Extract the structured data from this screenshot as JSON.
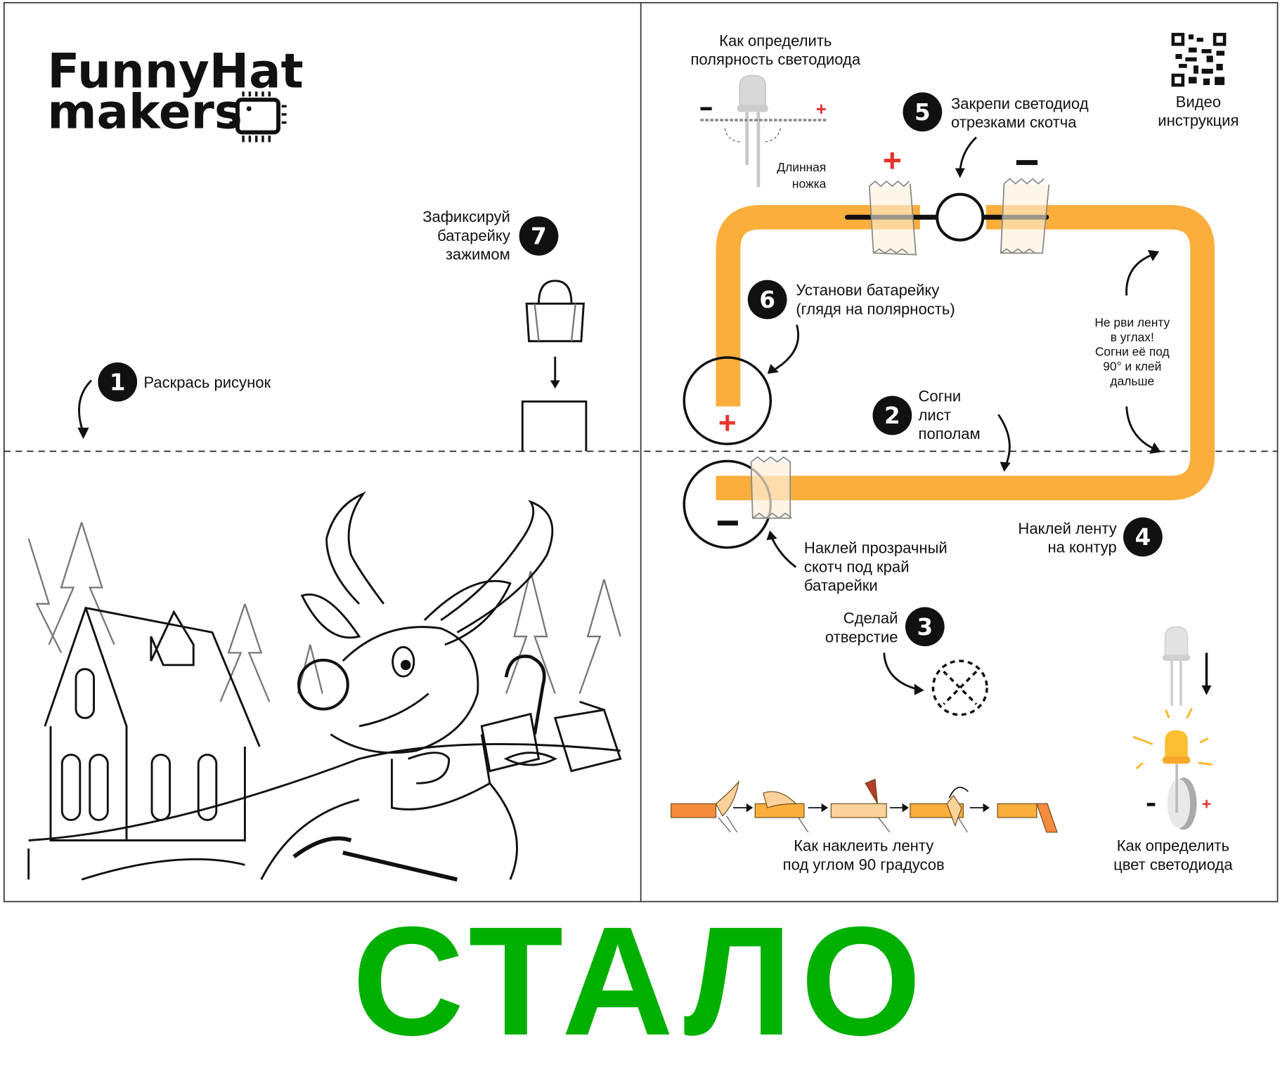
{
  "logo": {
    "line1": "FunnyHat",
    "line2": "makers"
  },
  "steps": [
    {
      "num": "1",
      "lines": [
        "Раскрась рисунок"
      ]
    },
    {
      "num": "2",
      "lines": [
        "Согни",
        "лист",
        "пополам"
      ]
    },
    {
      "num": "3",
      "lines": [
        "Сделай",
        "отверстие"
      ]
    },
    {
      "num": "4",
      "lines": [
        "Наклей ленту",
        "на контур"
      ]
    },
    {
      "num": "5",
      "lines": [
        "Закрепи светодиод",
        "отрезками скотча"
      ]
    },
    {
      "num": "6",
      "lines": [
        "Установи батарейку",
        "(глядя на полярность)"
      ]
    },
    {
      "num": "7",
      "lines": [
        "Зафиксируй",
        "батарейку",
        "зажимом"
      ]
    }
  ],
  "polarity": {
    "title": [
      "Как определить",
      "полярность светодиода"
    ],
    "long_leg": [
      "Длинная",
      "ножка"
    ],
    "minus": "-",
    "plus": "+"
  },
  "video": [
    "Видео",
    "инструкция"
  ],
  "corner_note": [
    "Не рви ленту",
    "в углах!",
    "Согни её под",
    "90° и клей",
    "дальше"
  ],
  "tape_note": [
    "Наклей прозрачный",
    "скотч под край",
    "батарейки"
  ],
  "tape_steps_caption": [
    "Как наклеить ленту",
    "под углом 90 градусов"
  ],
  "led_color_caption": [
    "Как определить",
    "цвет светодиода"
  ],
  "signs": {
    "plus": "+",
    "minus": "–"
  },
  "banner": "СТАЛО",
  "colors": {
    "tape": "#fbae3c",
    "banner": "#00b000",
    "plus": "#e8332f"
  }
}
